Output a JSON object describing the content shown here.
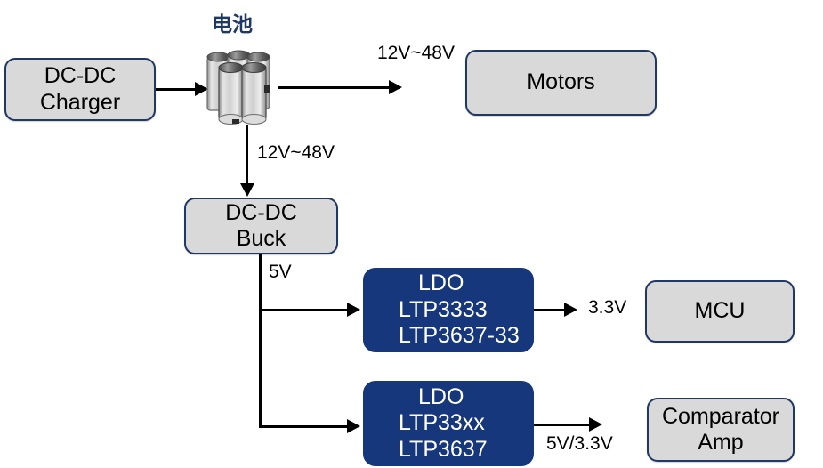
{
  "diagram": {
    "title": "电池",
    "colors": {
      "block_gray_fill": "#d9d9d9",
      "block_border": "#1f3864",
      "block_navy_fill": "#16377c",
      "title_color": "#1f3864",
      "line_color": "#000000",
      "navy_text": "#ffffff"
    },
    "blocks": {
      "charger": {
        "line1": "DC-DC",
        "line2": "Charger"
      },
      "motors": {
        "line1": "Motors"
      },
      "buck": {
        "line1": "DC-DC",
        "line2": "Buck"
      },
      "ldo_top": {
        "line1": "LDO",
        "line2": "LTP3333",
        "line3": "LTP3637-33"
      },
      "mcu": {
        "line1": "MCU"
      },
      "ldo_bottom": {
        "line1": "LDO",
        "line2": "LTP33xx",
        "line3": "LTP3637"
      },
      "comparator": {
        "line1": "Comparator",
        "line2": "Amp"
      }
    },
    "labels": {
      "motors_rail": "12V~48V",
      "buck_rail": "12V~48V",
      "buck_out": "5V",
      "mcu_rail": "3.3V",
      "comparator_rail": "5V/3.3V"
    },
    "icons": {
      "battery": "battery-cells-icon"
    }
  }
}
